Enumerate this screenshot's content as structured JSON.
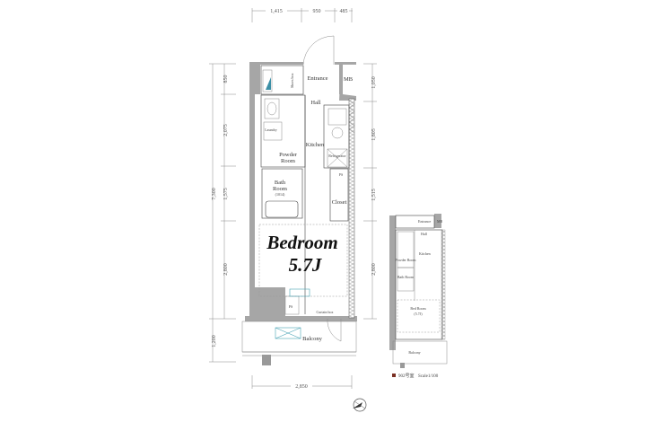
{
  "plan": {
    "top_dims": [
      "1,415",
      "950",
      "485"
    ],
    "left_dims": [
      "850",
      "2,075",
      "1,575",
      "7,300",
      "2,800",
      "1,200"
    ],
    "right_dims": [
      "1,050",
      "1,805",
      "1,515",
      "2,800"
    ],
    "bottom_dim": "2,850",
    "rooms": {
      "entrance": "Entrance",
      "shoe_box": "Shoes box",
      "mb": "MB",
      "hall": "Hall",
      "kitchen": "Kitchen",
      "laundry": "Laundry",
      "powder_room_1": "Powder",
      "powder_room_2": "Room",
      "refrigerator": "Refrigerator",
      "bath_room_1": "Bath",
      "bath_room_2": "Room",
      "bath_size": "(1014)",
      "ps": "PS",
      "closet": "Closet",
      "bedroom": "Bedroom",
      "bedroom_size": "5.7J",
      "curtain_box": "Curtain box",
      "balcony": "Balcony"
    }
  },
  "key_plan": {
    "rooms": {
      "entrance": "Entrance",
      "mb": "MB",
      "hall": "Hall",
      "kitchen": "Kitchen",
      "powder_room": "Powder Room",
      "bath_room": "Bath Room",
      "bedroom": "Bed Room",
      "bedroom_size": "(5.7J)",
      "balcony": "Balcony"
    },
    "legend_unit": "902号室",
    "legend_scale": "Scale1/100",
    "legend_color": "#7a2e22"
  }
}
